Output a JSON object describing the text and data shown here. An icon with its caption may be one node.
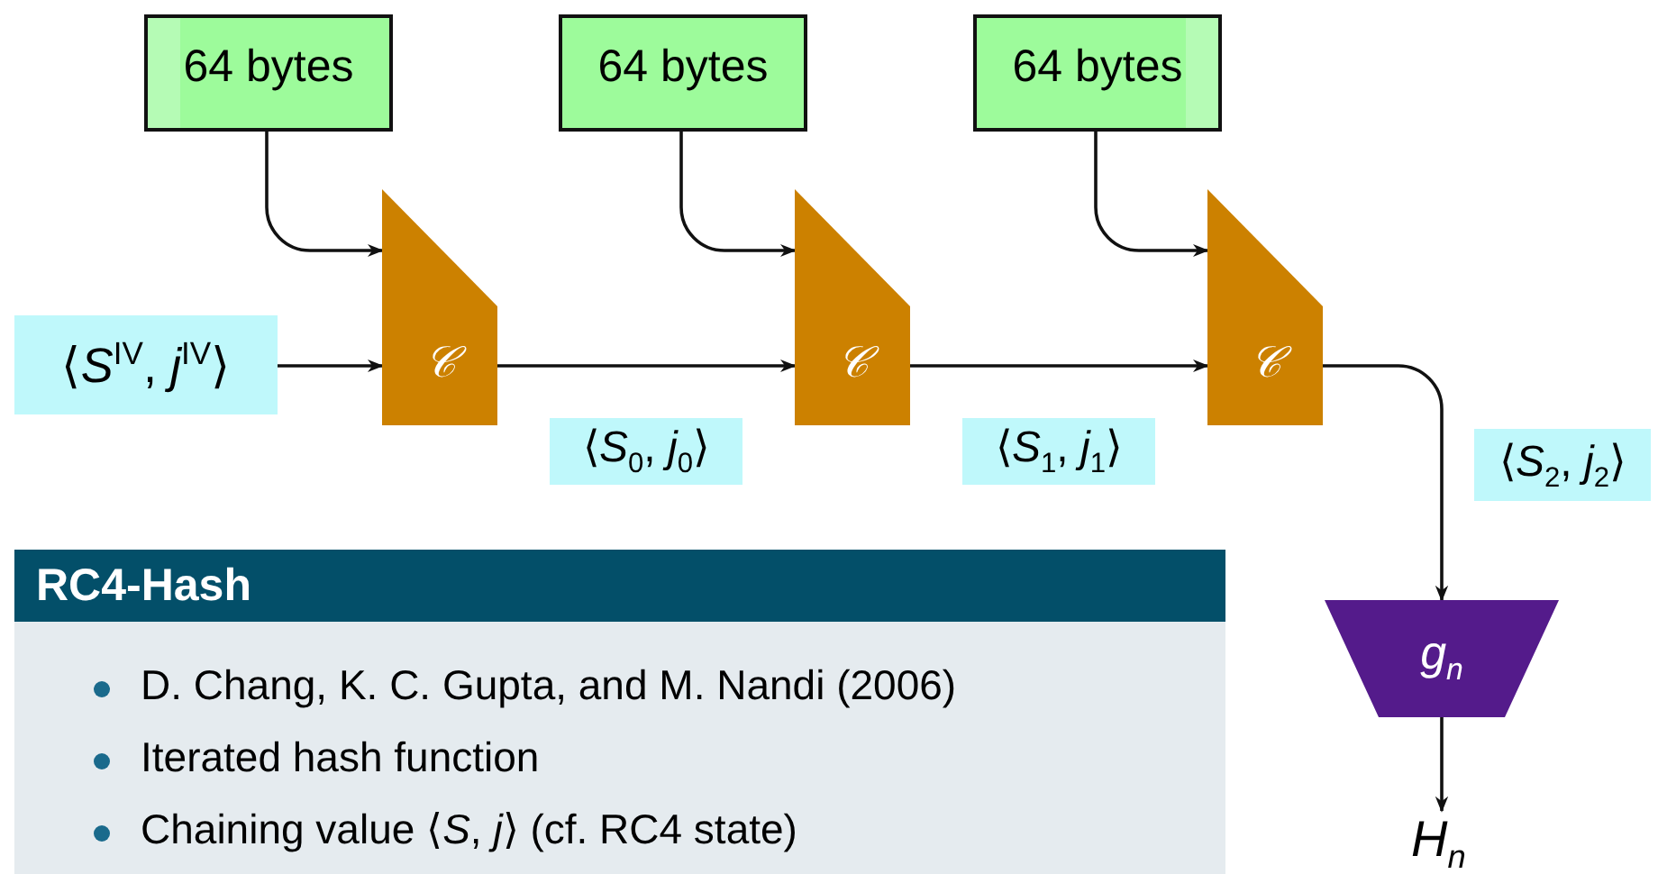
{
  "diagram": {
    "nodes": [
      {
        "text": [
          "64 bytes"
        ]
      },
      {
        "text": [
          "64 bytes"
        ]
      },
      {
        "text": [
          "64 bytes"
        ]
      },
      {
        "text": [
          "⟨*S*$^{IV}$, *j*$^{IV}$⟩"
        ]
      },
      {
        "text": [
          "𝒞"
        ]
      },
      {
        "text": [
          "𝒞"
        ]
      },
      {
        "text": [
          "𝒞"
        ]
      },
      {
        "text": [
          "g$_{n}$"
        ]
      },
      {
        "text": [
          "H$_{n}$"
        ]
      },
      {
        "text": [
          "RC4-Hash",
          "D. Chang, K. C. Gupta, and M. Nandi (2006)",
          "Iterated hash function",
          "Chaining value ⟨*S*, *j*⟩ (cf. RC4 state)"
        ]
      }
    ],
    "edges": [
      {
        "from": 0,
        "to": 4,
        "arrow": "to"
      },
      {
        "from": 1,
        "to": 5,
        "arrow": "to"
      },
      {
        "from": 2,
        "to": 6,
        "arrow": "to"
      },
      {
        "from": 3,
        "to": 4,
        "arrow": "to"
      },
      {
        "from": 4,
        "to": 5,
        "arrow": "to",
        "label": "⟨*S*$_{0}$, *j*$_{0}$⟩"
      },
      {
        "from": 5,
        "to": 6,
        "arrow": "to",
        "label": "⟨*S*$_{1}$, *j*$_{1}$⟩"
      },
      {
        "from": 6,
        "to": 7,
        "arrow": "to",
        "label": "⟨*S*$_{2}$, *j*$_{2}$⟩"
      },
      {
        "from": 7,
        "to": 8,
        "arrow": "to"
      }
    ]
  }
}
